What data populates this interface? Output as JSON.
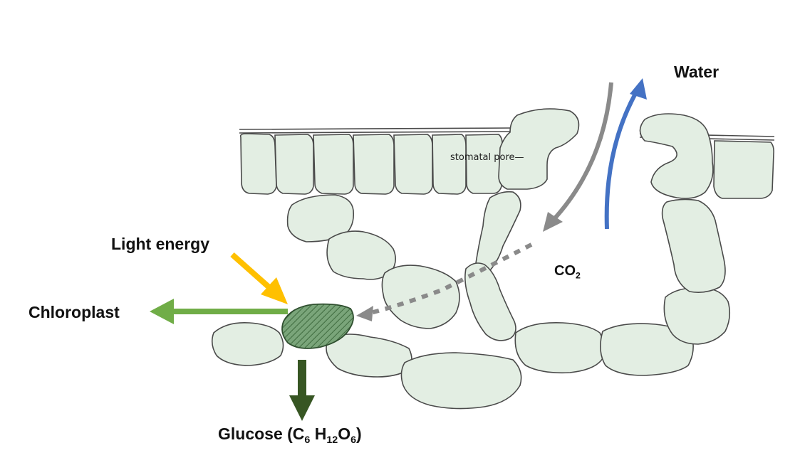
{
  "labels": {
    "water": "Water",
    "co2_main": "CO",
    "co2_sub": "2",
    "light_energy": "Light energy",
    "chloroplast": "Chloroplast",
    "stomatal_pore": "stomatal pore—",
    "glucose_prefix": "Glucose (C",
    "glucose_c_sub": "6",
    "glucose_h": " H",
    "glucose_h_sub": "12",
    "glucose_o": "O",
    "glucose_o_sub": "6",
    "glucose_suffix": ")"
  },
  "colors": {
    "cell_fill": "#e3eee3",
    "cell_stroke": "#4a4a4a",
    "water_arrow": "#4472c4",
    "co2_arrow": "#8a8a8a",
    "light_arrow": "#ffc000",
    "chloroplast_arrow": "#70ad47",
    "glucose_arrow": "#375623",
    "chloroplast_fill": "#6b9a6b"
  },
  "icons": {
    "cells": "leaf-cell-outline",
    "chloroplast": "chloroplast-hatched-oval"
  }
}
